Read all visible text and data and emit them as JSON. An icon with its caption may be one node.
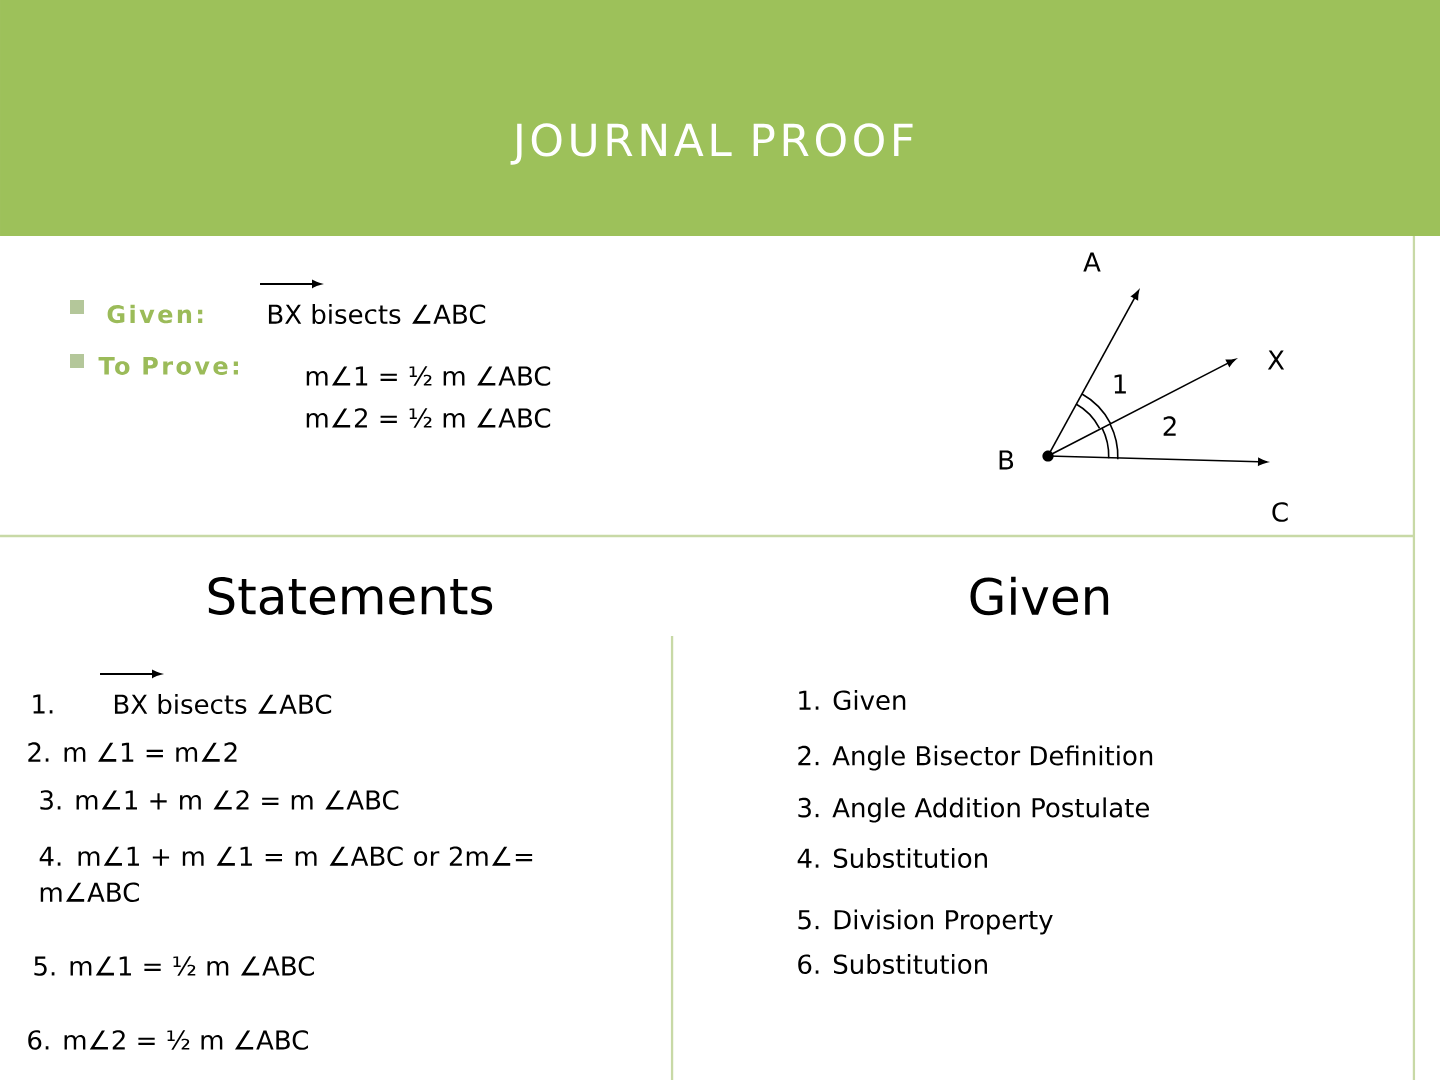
{
  "diagram": {
    "title": "JOURNAL PROOF",
    "labels": [
      "Given:",
      "BX bisects ∠ABC",
      "To Prove:",
      "m∠1 = ½ m ∠ABC",
      "m∠2 = ½ m ∠ABC",
      "A",
      "X",
      "1",
      "2",
      "B",
      "C",
      "Statements",
      "Given",
      "1.",
      "BX bisects ∠ABC",
      "1. Given",
      "2. m ∠1 = m∠2",
      "2. Angle Bisector Definition",
      "3. m∠1 + m ∠2 = m ∠ABC",
      "3. Angle Addition Postulate",
      "4. m∠1 + m ∠1 = m ∠ABC or 2m∠= m∠ABC",
      "4. Substitution",
      "5. m∠1 = ½ m ∠ABC",
      "5. Division Property",
      "6. m∠2 = ½ m ∠ABC",
      "6. Substitution"
    ]
  }
}
